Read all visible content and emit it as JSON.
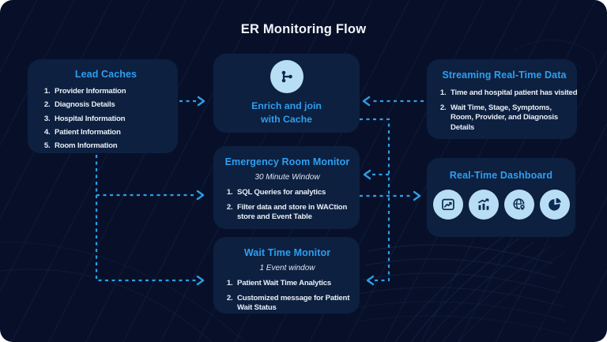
{
  "title": "ER Monitoring Flow",
  "colors": {
    "card_background": "#081029",
    "box_background": "#0D2040",
    "heading_blue": "#2E9EF0",
    "arrow_blue": "#2D9EE3",
    "icon_circle_blue": "#B7DEF5",
    "icon_glyph_navy": "#0C2A50",
    "body_text": "#E9EEF6"
  },
  "boxes": {
    "lead_caches": {
      "title": "Lead Caches",
      "items": [
        "Provider Information",
        "Diagnosis Details",
        "Hospital Information",
        "Patient Information",
        "Room Information"
      ]
    },
    "enrich_join": {
      "icon": "branch-join-icon",
      "label_line1": "Enrich and join",
      "label_line2": "with Cache"
    },
    "er_monitor": {
      "title": "Emergency Room Monitor",
      "subtitle": "30 Minute Window",
      "items": [
        "SQL Queries for analytics",
        "Filter data and store in WACtion store and Event Table"
      ]
    },
    "wait_monitor": {
      "title": "Wait Time Monitor",
      "subtitle": "1 Event window",
      "items": [
        "Patient Wait Time Analytics",
        "Customized message for Patient Wait Status"
      ]
    },
    "streaming": {
      "title": "Streaming Real-Time Data",
      "items": [
        "Time and hospital patient has visited",
        "Wait Time, Stage, Symptoms, Room, Provider, and Diagnosis Details"
      ]
    },
    "dashboard": {
      "title": "Real-Time Dashboard",
      "icons": [
        "chart-window-icon",
        "bar-chart-trend-icon",
        "globe-pin-icon",
        "pie-chart-icon"
      ]
    }
  },
  "connections": [
    {
      "from": "lead-caches",
      "to": "enrich-and-join"
    },
    {
      "from": "streaming-real-time-data",
      "to": "enrich-and-join"
    },
    {
      "from": "enrich-and-join",
      "to": "emergency-room-monitor"
    },
    {
      "from": "enrich-and-join",
      "to": "wait-time-monitor"
    },
    {
      "from": "lead-caches",
      "to": "emergency-room-monitor"
    },
    {
      "from": "lead-caches",
      "to": "wait-time-monitor"
    },
    {
      "from": "emergency-room-monitor",
      "to": "real-time-dashboard"
    }
  ]
}
